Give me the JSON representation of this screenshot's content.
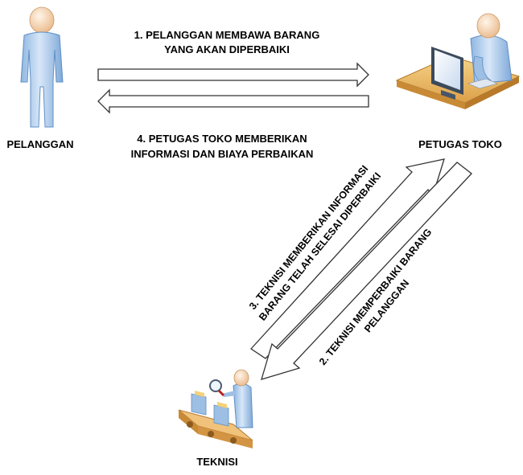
{
  "actors": {
    "customer": "PELANGGAN",
    "shop_clerk": "PETUGAS TOKO",
    "technician": "TEKNISI"
  },
  "flows": {
    "step1": {
      "line1": "1. PELANGGAN MEMBAWA BARANG",
      "line2": "YANG AKAN DIPERBAIKI"
    },
    "step2": {
      "line1": "2. TEKNISI MEMPERBAIKI BARANG",
      "line2": "PELANGGAN"
    },
    "step3": {
      "line1": "3. TEKNISI MEMBERIKAN INFORMASI",
      "line2": "BARANG TELAH SELESAI DIPERBAIKI"
    },
    "step4": {
      "line1": "4. PETUGAS TOKO MEMBERIKAN",
      "line2": "INFORMASI DAN BIAYA PERBAIKAN"
    }
  },
  "colors": {
    "person_light": "#cfe1f5",
    "person_dark": "#6f9fd2",
    "skin": "#f4cfa6",
    "desk": "#e9b757",
    "conveyor": "#e3a04f"
  },
  "icons": [
    "person-icon",
    "office-worker-icon",
    "technician-icon"
  ]
}
